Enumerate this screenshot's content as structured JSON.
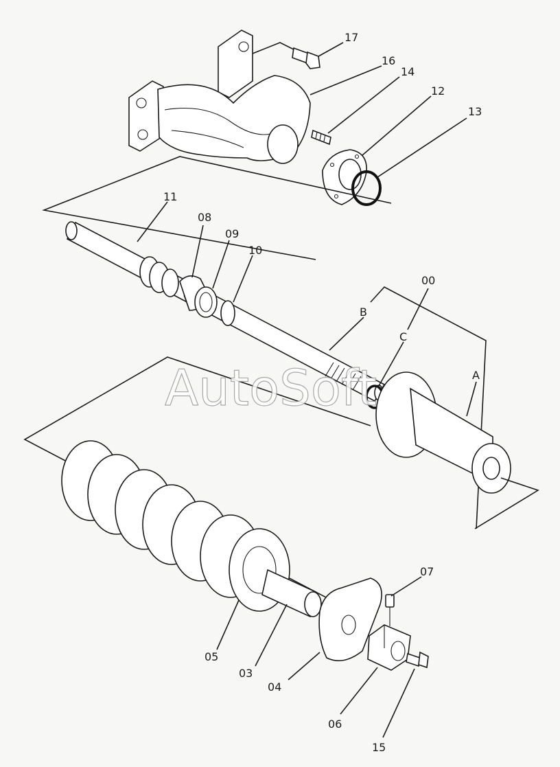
{
  "watermark": "AutoSoft",
  "labels": {
    "p17": "17",
    "p16": "16",
    "p14": "14",
    "p12": "12",
    "p13": "13",
    "p11": "11",
    "p08": "08",
    "p09": "09",
    "p10": "10",
    "p00": "00",
    "pB": "B",
    "pC": "C",
    "pA": "A",
    "p07": "07",
    "p05": "05",
    "p03": "03",
    "p04": "04",
    "p06": "06",
    "p15": "15"
  }
}
